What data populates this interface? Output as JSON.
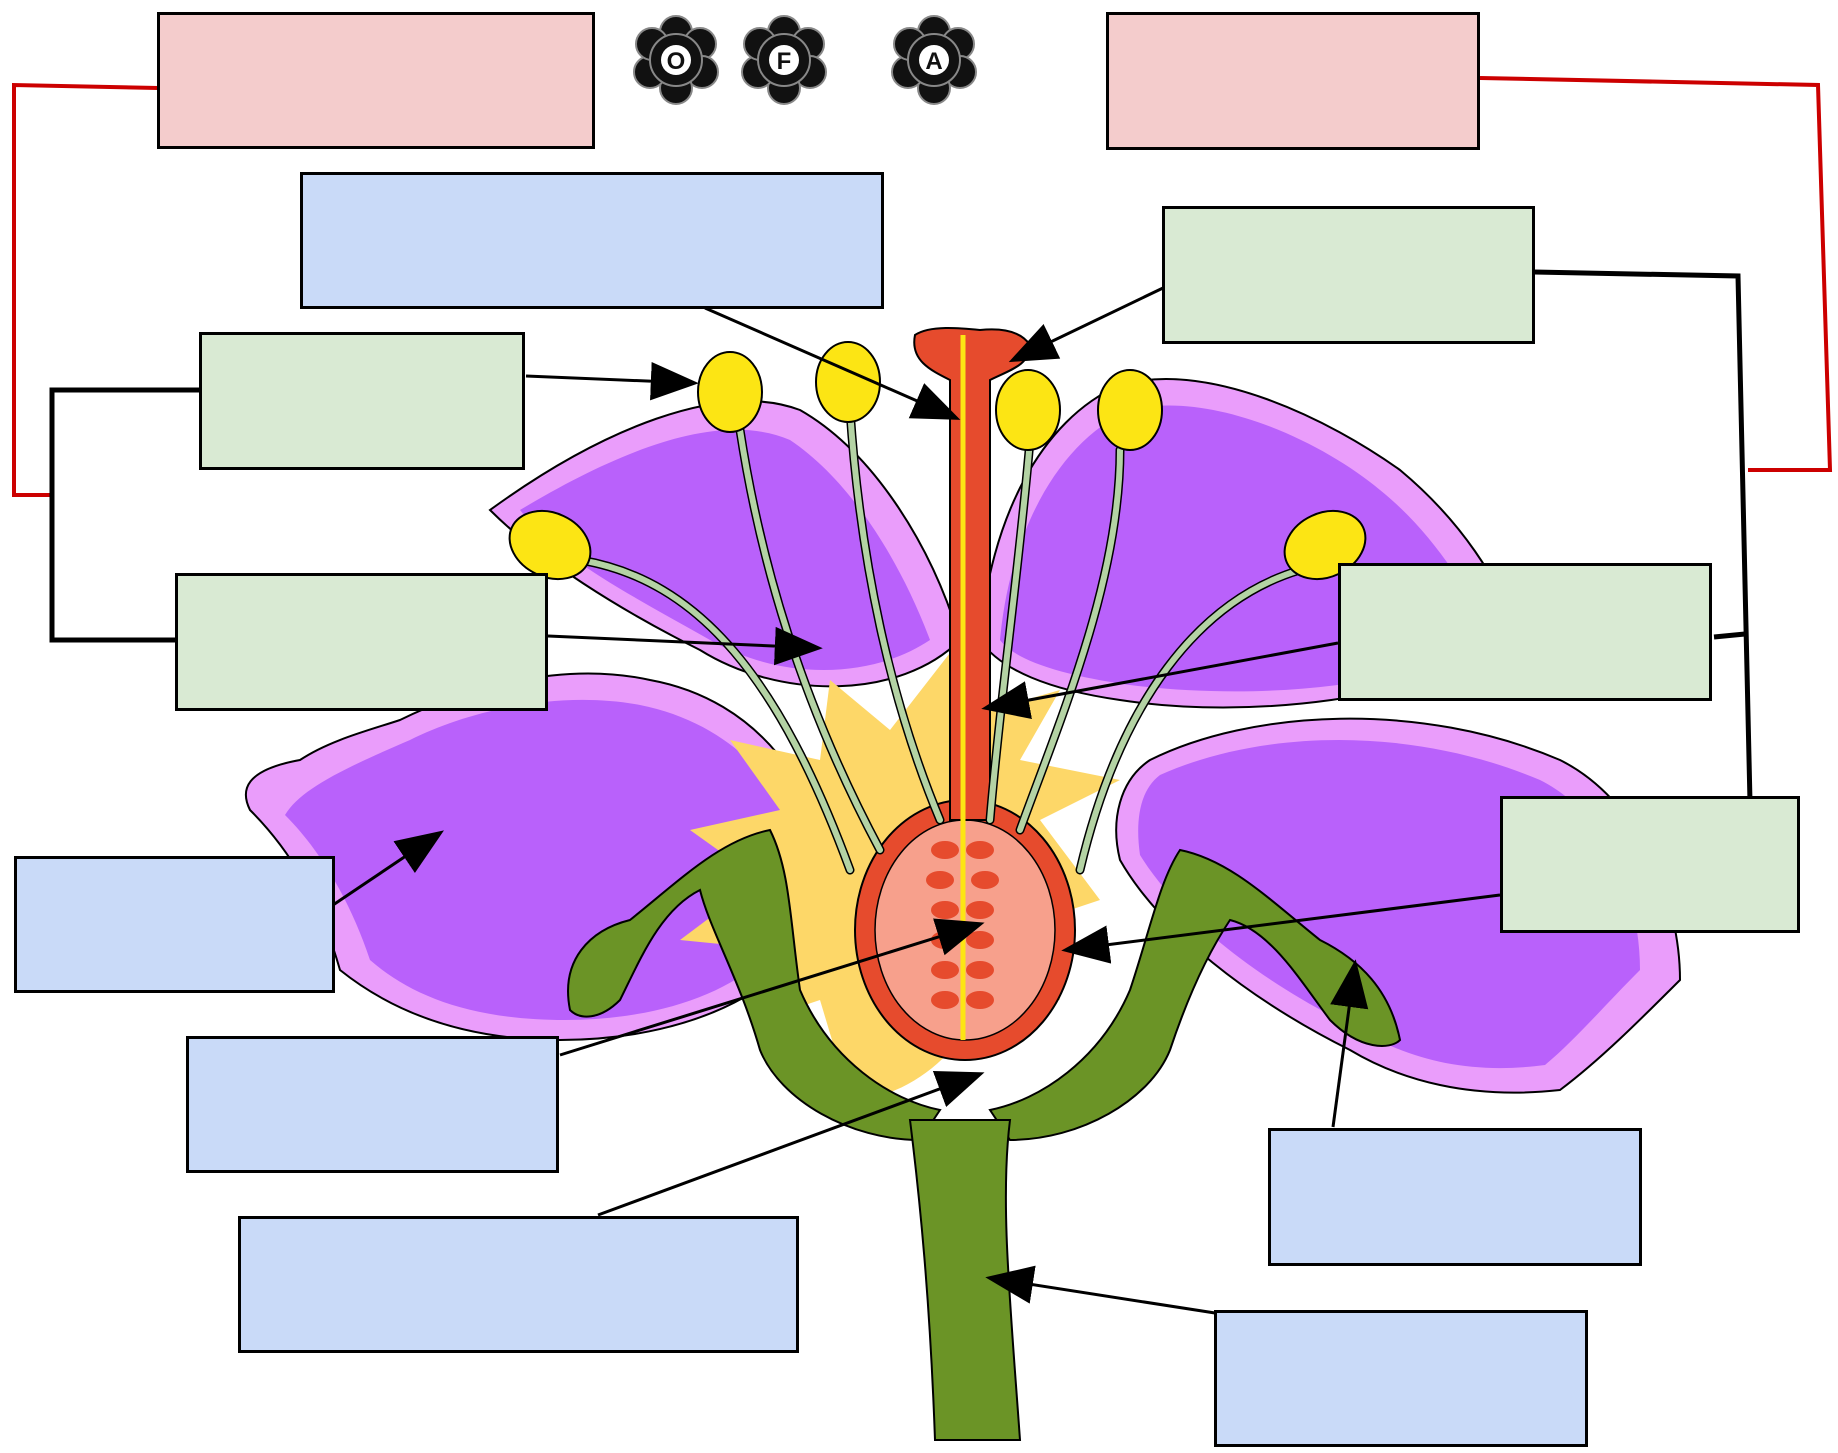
{
  "colors": {
    "pink_box": "#f4cccc",
    "blue_box": "#c9daf8",
    "green_box": "#d9ead3",
    "petal_outer": "#ea9dfb",
    "petal_inner": "#b961fb",
    "sepal": "#6b9426",
    "ovary_wall": "#e64b2d",
    "ovary_inner": "#f7a08c",
    "anther": "#fce514",
    "filament": "#b4d3a4",
    "receptacle": "#fdd768",
    "red_bracket": "#cc0000"
  },
  "badges": [
    {
      "letter": "O",
      "icon": "flower-badge-icon"
    },
    {
      "letter": "F",
      "icon": "flower-badge-icon"
    },
    {
      "letter": "A",
      "icon": "flower-badge-icon"
    }
  ],
  "labels": {
    "male_group": "",
    "female_group": "",
    "style": "",
    "stigma": "",
    "anther": "",
    "filament": "",
    "ovule": "",
    "ovary": "",
    "petal": "",
    "ovule_lower": "",
    "receptacle": "",
    "sepal": "",
    "stem": ""
  }
}
